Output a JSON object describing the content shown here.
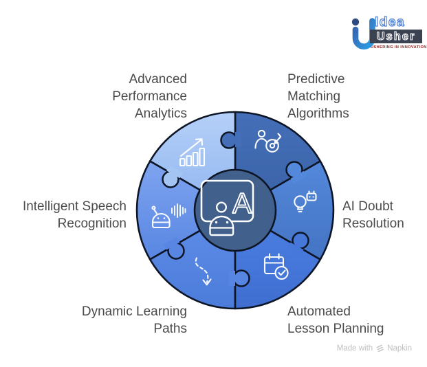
{
  "logo": {
    "monogram": "iU",
    "wordmark_top": "Idea",
    "wordmark_bottom": "Usher",
    "tagline": "USHERING IN INNOVATION",
    "colors": {
      "dot": "#2c4a7e",
      "u_gradient_start": "#3a5ea8",
      "u_gradient_end": "#2aa0e8",
      "idea_outline": "#4d7ed6",
      "usher_bg": "#3b4252",
      "tagline_text": "#8e2726"
    }
  },
  "diagram": {
    "outline": "#0e1626",
    "icon_stroke": "#ffffff",
    "label_color": "#4a4a4a",
    "center": {
      "icon": "ai-robot-teaching-board-icon",
      "letter": "A",
      "color": "#41608c"
    },
    "segments": {
      "analytics": {
        "label_lines": [
          "Advanced",
          "Performance",
          "Analytics"
        ],
        "icon": "growth-bar-chart-icon",
        "color": "#a4c5f4",
        "color_top": "#b5d0f8",
        "color_bottom": "#90b5f0"
      },
      "predictive": {
        "label_lines": [
          "Predictive",
          "Matching",
          "Algorithms"
        ],
        "icon": "person-target-icon",
        "color": "#3f69b2",
        "color_top": "#446fb8",
        "color_bottom": "#3a62a6"
      },
      "ai_doubt": {
        "label_lines": [
          "AI Doubt",
          "Resolution"
        ],
        "icon": "lightbulb-robot-icon",
        "color": "#4c7ed0",
        "color_top": "#5488da",
        "color_bottom": "#4474c4"
      },
      "automated": {
        "label_lines": [
          "Automated",
          "Lesson Planning"
        ],
        "icon": "calendar-check-icon",
        "color": "#4678da",
        "color_top": "#4d80e4",
        "color_bottom": "#3f6ed0"
      },
      "dynamic": {
        "label_lines": [
          "Dynamic Learning",
          "Paths"
        ],
        "icon": "dashed-path-arrow-icon",
        "color": "#5685e2",
        "color_top": "#5f8de9",
        "color_bottom": "#4c7cda"
      },
      "speech": {
        "label_lines": [
          "Intelligent Speech",
          "Recognition"
        ],
        "icon": "robot-soundwave-icon",
        "color": "#6c97ea",
        "color_top": "#7fa4f0",
        "color_bottom": "#5886e2"
      }
    }
  },
  "footer": {
    "made_with": "Made with",
    "brand": "Napkin",
    "text_color": "#bfbfbf"
  }
}
